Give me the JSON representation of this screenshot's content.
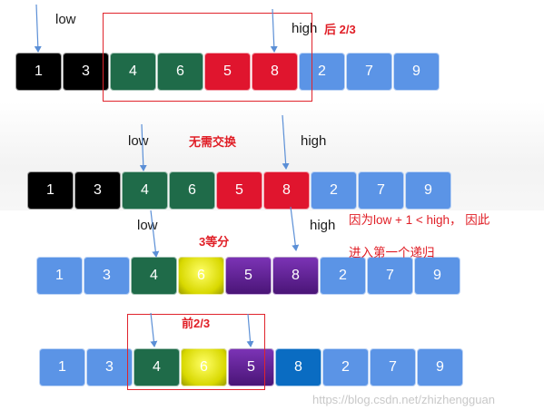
{
  "labels": {
    "low": "low",
    "high": "high"
  },
  "rows": [
    {
      "values": [
        "1",
        "3",
        "4",
        "6",
        "5",
        "8",
        "2",
        "7",
        "9"
      ],
      "colors": [
        "#000000",
        "#000000",
        "#1f6b49",
        "#1f6b49",
        "#e0152e",
        "#e0152e",
        "#5b94e6",
        "#5b94e6",
        "#5b94e6"
      ]
    },
    {
      "values": [
        "1",
        "3",
        "4",
        "6",
        "5",
        "8",
        "2",
        "7",
        "9"
      ],
      "colors": [
        "#000000",
        "#000000",
        "#1f6b49",
        "#1f6b49",
        "#e0152e",
        "#e0152e",
        "#5b94e6",
        "#5b94e6",
        "#5b94e6"
      ]
    },
    {
      "values": [
        "1",
        "3",
        "4",
        "6",
        "5",
        "8",
        "2",
        "7",
        "9"
      ],
      "colors": [
        "#5b94e6",
        "#5b94e6",
        "#1f6b49",
        "#e6e600",
        "#6a25a0",
        "#6a25a0",
        "#5b94e6",
        "#5b94e6",
        "#5b94e6"
      ]
    },
    {
      "values": [
        "1",
        "3",
        "4",
        "6",
        "5",
        "8",
        "2",
        "7",
        "9"
      ],
      "colors": [
        "#5b94e6",
        "#5b94e6",
        "#1f6b49",
        "#e6e600",
        "#6a25a0",
        "#0a6cc2",
        "#5b94e6",
        "#5b94e6",
        "#5b94e6"
      ]
    }
  ],
  "notes": {
    "last_two_thirds": "后 2/3",
    "no_swap": "无需交换",
    "because_line1": "因为low + 1 < high， 因此",
    "because_line2": "进入第一个递归",
    "three_parts": "3等分",
    "first_two_thirds": "前2/3"
  },
  "watermark": "https://blog.csdn.net/zhizhengguan"
}
